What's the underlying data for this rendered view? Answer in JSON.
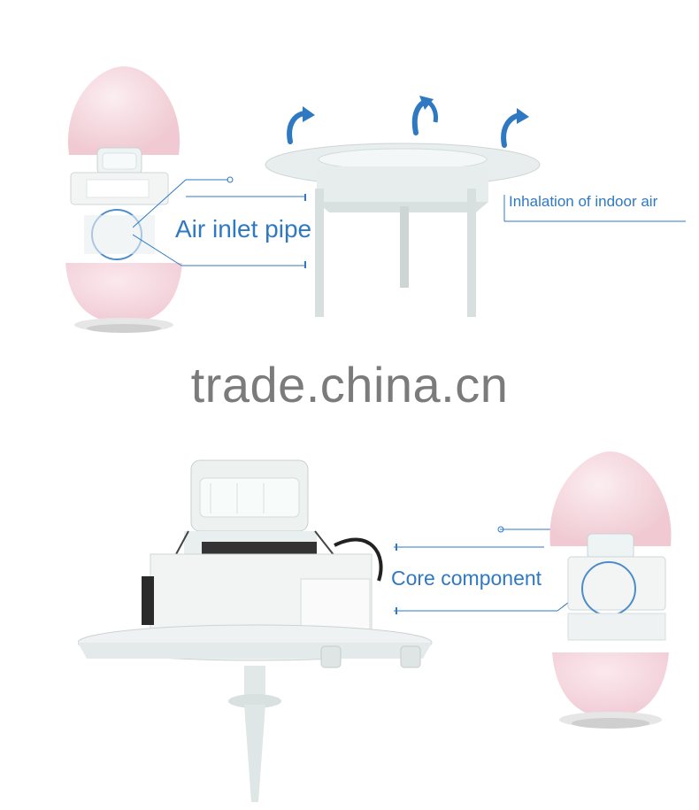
{
  "labels": {
    "air_inlet_pipe": "Air inlet pipe",
    "inhalation": "Inhalation of indoor air",
    "core_component": "Core component"
  },
  "watermark": "trade.china.cn",
  "colors": {
    "accent_blue": "#2f79c3",
    "pink_shell": "#f7dde3",
    "plastic_white": "#e4eaea"
  },
  "icons": [
    "airflow-arrow-icon",
    "airflow-arrow-icon",
    "airflow-arrow-icon"
  ]
}
